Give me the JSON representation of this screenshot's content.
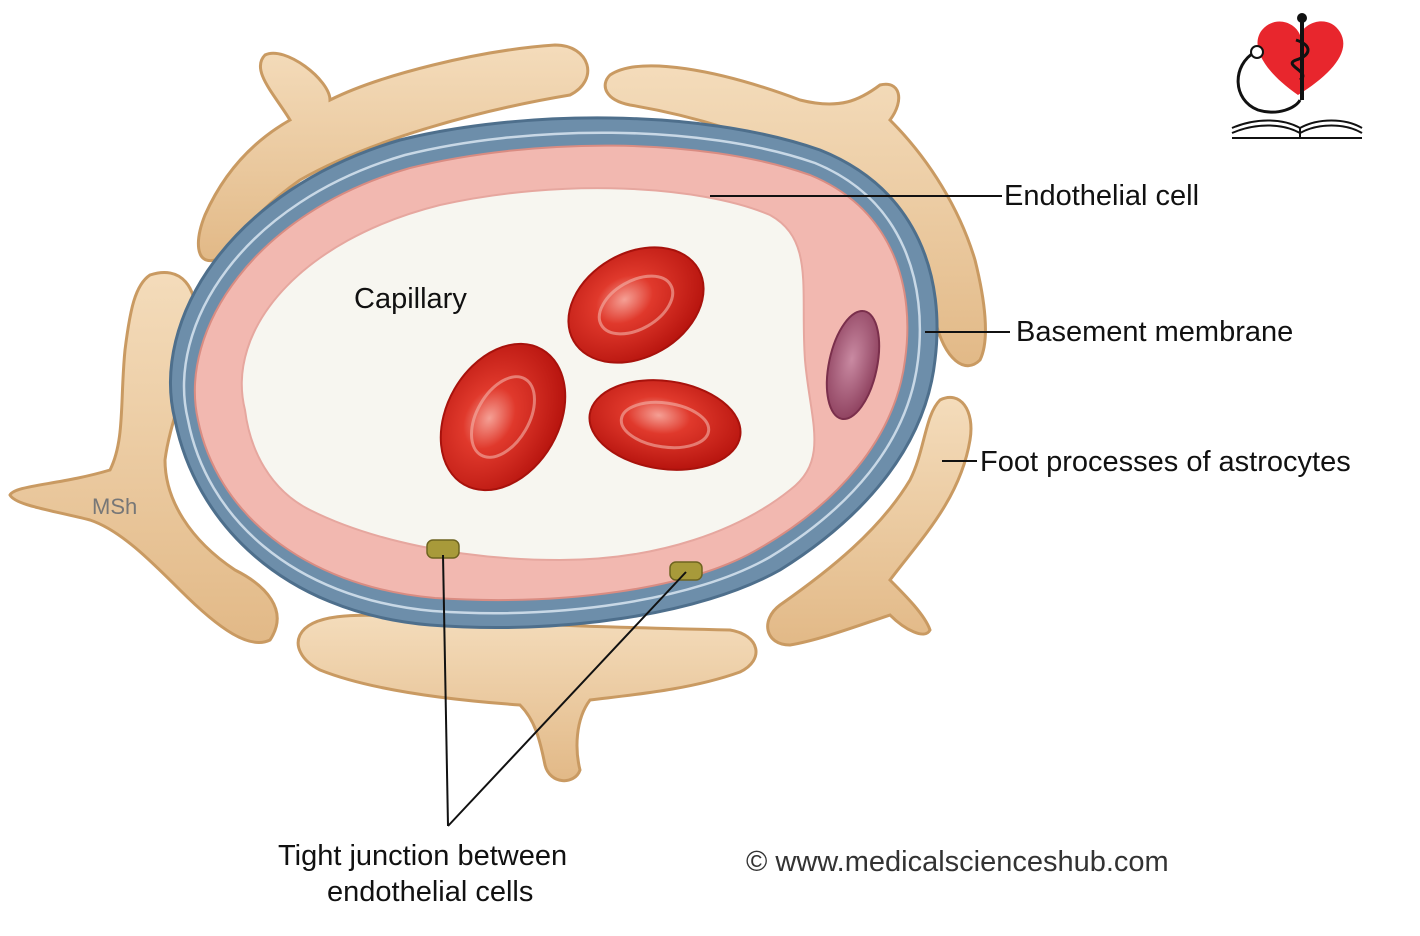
{
  "labels": {
    "capillary": "Capillary",
    "endothelial_cell": "Endothelial cell",
    "basement_membrane": "Basement membrane",
    "foot_processes": "Foot processes of astrocytes",
    "tight_junction_line1": "Tight junction between",
    "tight_junction_line2": "endothelial cells"
  },
  "watermark": "MSh",
  "copyright": "© www.medicalscienceshub.com",
  "colors": {
    "astrocyte_fill": "#eac79b",
    "astrocyte_edge": "#c99a62",
    "basement_membrane": "#6d8eaa",
    "endothelium": "#f2b8b0",
    "lumen": "#f7f6f0",
    "red_blood_cell": "#d8261c",
    "nucleus": "#9c4e6a",
    "tight_junction": "#a89a3a",
    "logo_heart": "#e8262d"
  }
}
